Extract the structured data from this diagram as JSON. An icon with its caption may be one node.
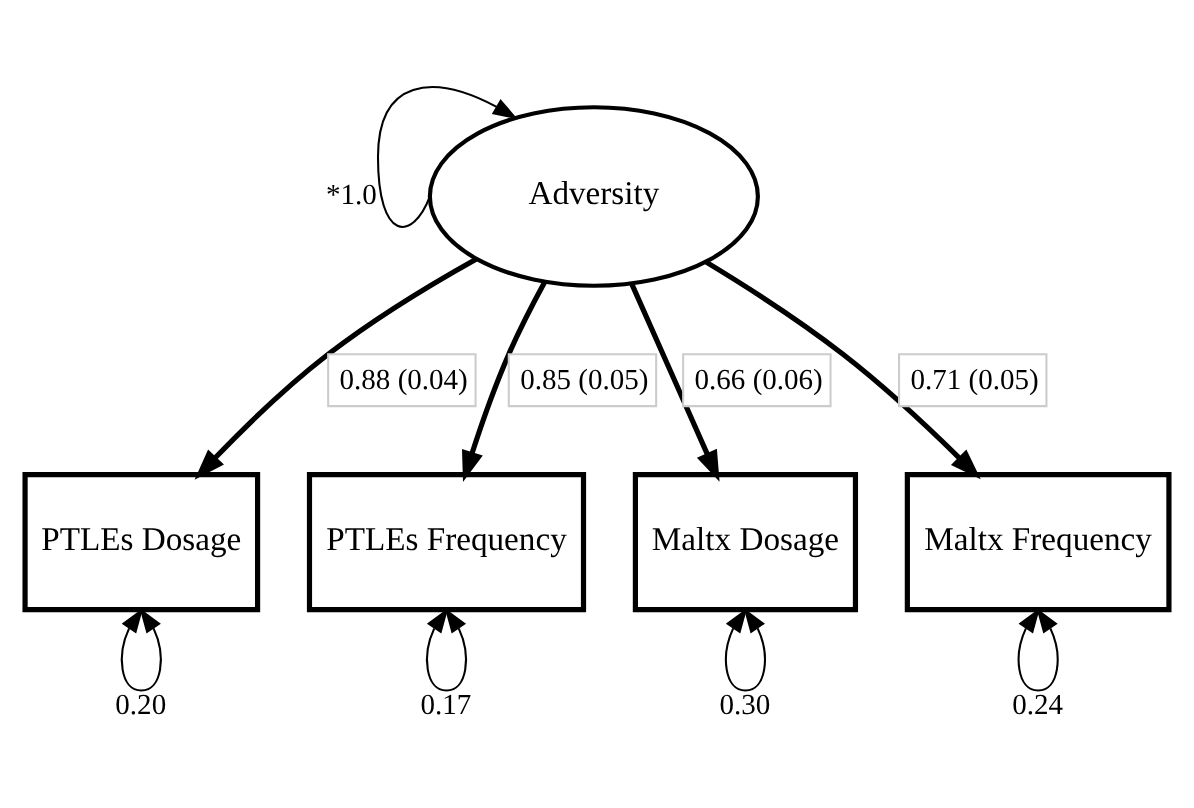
{
  "diagram": {
    "nodes": [
      {
        "text": [
          "Adversity"
        ]
      },
      {
        "text": [
          "PTLEs Dosage"
        ]
      },
      {
        "text": [
          "PTLEs Frequency"
        ]
      },
      {
        "text": [
          "Maltx Dosage"
        ]
      },
      {
        "text": [
          "Maltx Frequency"
        ]
      }
    ],
    "edges": [
      {
        "from": 0,
        "to": 0,
        "arrow": "to",
        "label": "*1.0"
      },
      {
        "from": 0,
        "to": 1,
        "arrow": "to",
        "label": "0.88 (0.04)",
        "style": "thick"
      },
      {
        "from": 0,
        "to": 2,
        "arrow": "to",
        "label": "0.85 (0.05)",
        "style": "thick"
      },
      {
        "from": 0,
        "to": 3,
        "arrow": "to",
        "label": "0.66 (0.06)",
        "style": "thick"
      },
      {
        "from": 0,
        "to": 4,
        "arrow": "to",
        "label": "0.71 (0.05)",
        "style": "thick"
      },
      {
        "from": 1,
        "to": 1,
        "arrow": "both",
        "label": "0.20"
      },
      {
        "from": 2,
        "to": 2,
        "arrow": "both",
        "label": "0.17"
      },
      {
        "from": 3,
        "to": 3,
        "arrow": "both",
        "label": "0.30"
      },
      {
        "from": 4,
        "to": 4,
        "arrow": "both",
        "label": "0.24"
      }
    ]
  }
}
